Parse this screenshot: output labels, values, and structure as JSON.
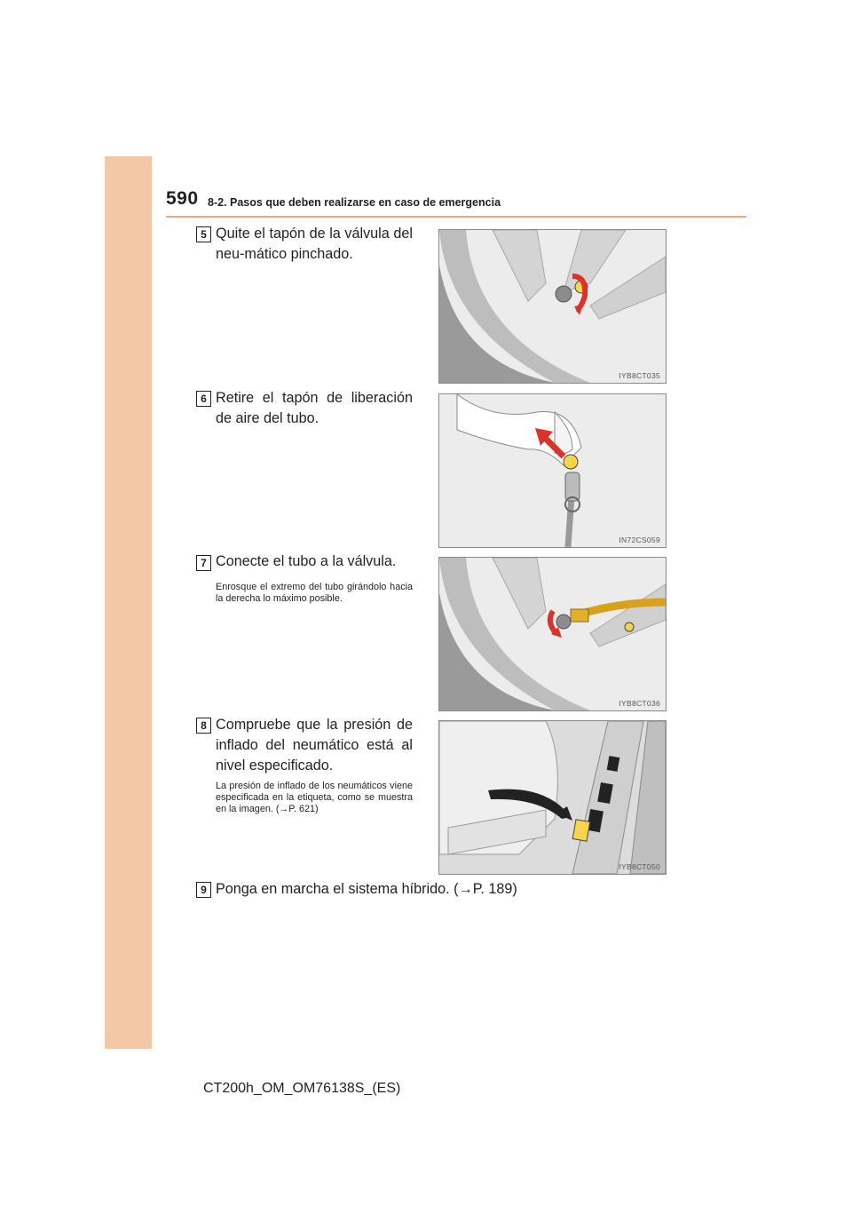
{
  "header": {
    "page_number": "590",
    "section": "8-2. Pasos que deben realizarse en caso de emergencia"
  },
  "steps": [
    {
      "number": "5",
      "text": "Quite el tapón de la válvula del neu-mático pinchado.",
      "figure_code": "IYB8CT035"
    },
    {
      "number": "6",
      "text": "Retire el tapón de liberación de aire del tubo.",
      "figure_code": "IN72CS059"
    },
    {
      "number": "7",
      "text": "Conecte el tubo a la válvula.",
      "note": "Enrosque el extremo del tubo girándolo hacia la derecha lo máximo posible.",
      "figure_code": "IYB8CT036"
    },
    {
      "number": "8",
      "text": "Compruebe que la presión de inflado del neumático está al nivel especificado.",
      "note": "La presión de inflado de los neumáticos viene especificada en la etiqueta, como se muestra en la imagen. (→P. 621)",
      "figure_code": "IYB8CT050"
    },
    {
      "number": "9",
      "text": "Ponga en marcha el sistema híbrido. (→P. 189)"
    }
  ],
  "footer": {
    "document_code": "CT200h_OM_OM76138S_(ES)"
  }
}
